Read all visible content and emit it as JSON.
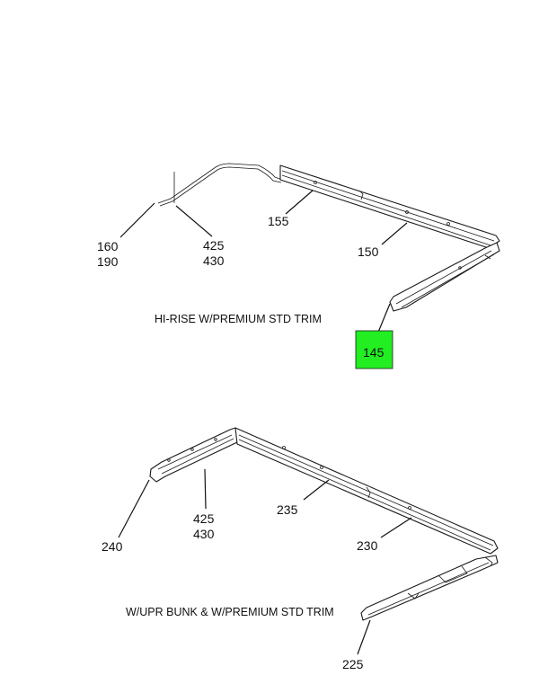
{
  "colors": {
    "highlight": "#22ee22",
    "ink": "#111111",
    "background": "#ffffff"
  },
  "upper_assembly": {
    "caption": "HI-RISE W/PREMIUM STD TRIM",
    "callouts": {
      "c160": "160",
      "c190": "190",
      "c425": "425",
      "c430": "430",
      "c155": "155",
      "c150": "150",
      "c145": "145"
    },
    "highlighted": "145"
  },
  "lower_assembly": {
    "caption": "W/UPR BUNK & W/PREMIUM STD TRIM",
    "callouts": {
      "c240": "240",
      "c425": "425",
      "c430": "430",
      "c235": "235",
      "c230": "230",
      "c225": "225"
    }
  }
}
